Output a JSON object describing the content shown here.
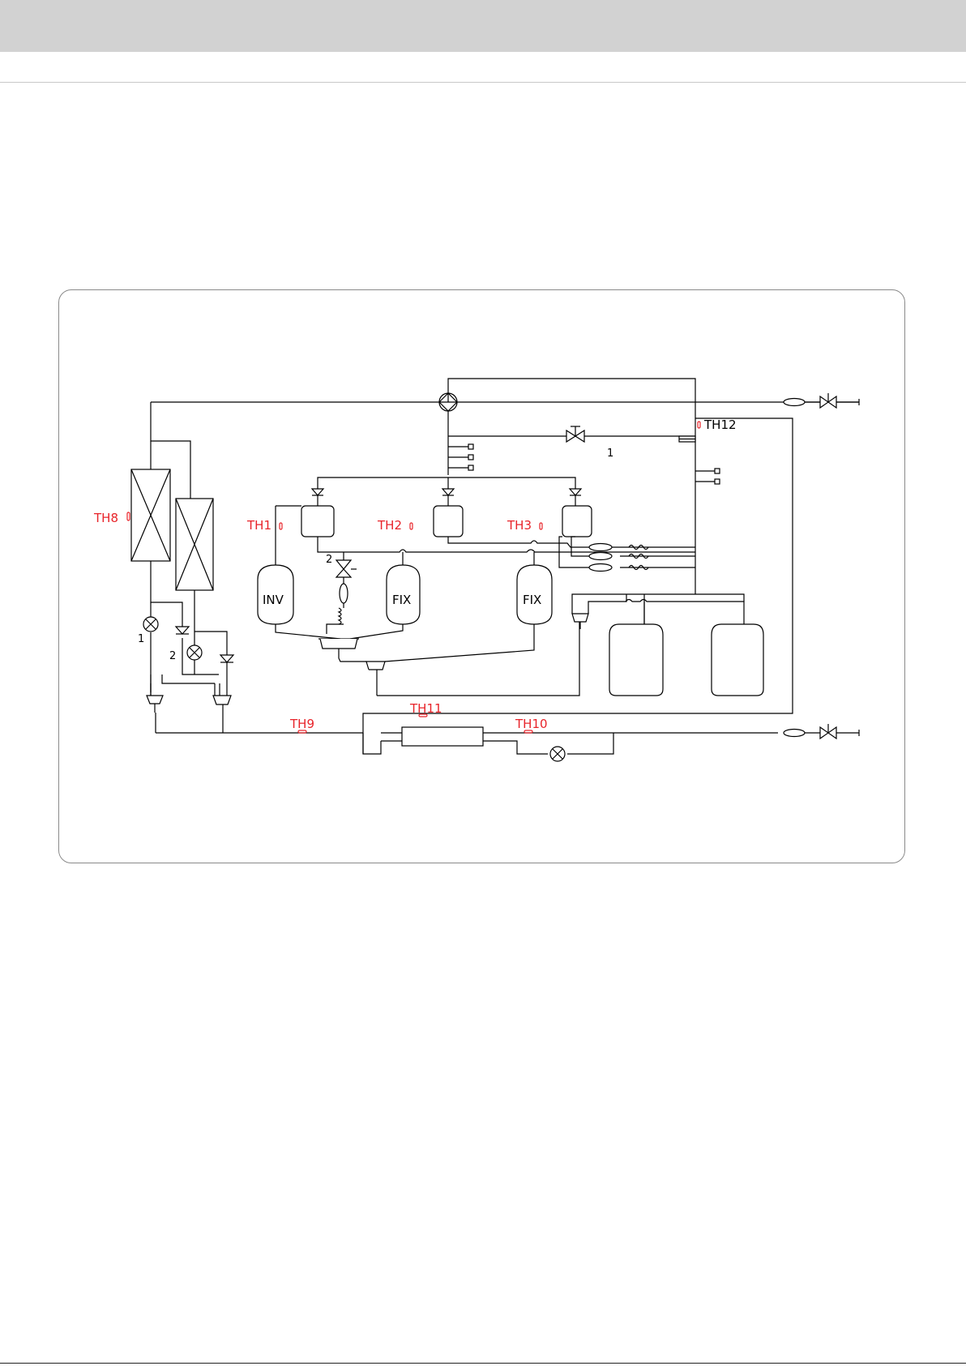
{
  "labels": {
    "th1": "TH1",
    "th2": "TH2",
    "th3": "TH3",
    "th8": "TH8",
    "th9": "TH9",
    "th10": "TH10",
    "th11": "TH11",
    "th12": "TH12",
    "compressor_inv": "INV",
    "compressor_fix_1": "FIX",
    "compressor_fix_2": "FIX",
    "expansion_valve_1": "1",
    "expansion_valve_2": "2",
    "solenoid_valve_2": "2",
    "bypass_valve_1": "1"
  },
  "colors": {
    "sensor": "#e8242a",
    "line": "#000000",
    "header_band": "#d2d2d2"
  }
}
